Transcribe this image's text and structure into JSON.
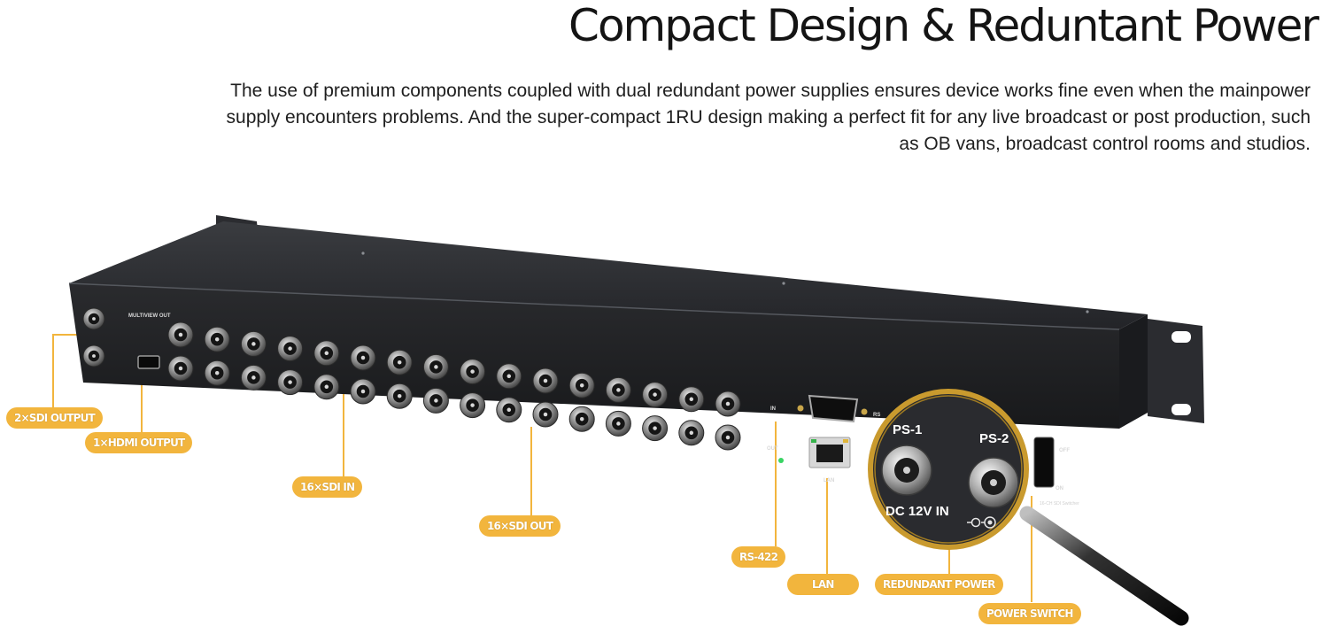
{
  "heading": "Compact Design & Reduntant Power",
  "description": "The use of premium components coupled with dual redundant power supplies ensures device works fine even when the mainpower supply encounters problems. And the super-compact 1RU design making a perfect fit for any live broadcast or post production, such as OB vans, broadcast control rooms and studios.",
  "accent_color": "#f2b53d",
  "device": {
    "multiview_label": "MULTIVIEW OUT",
    "sdi_in_label": "IN",
    "sdi_out_label": "OUT",
    "lan_port_label": "LAN",
    "rs_label": "RS",
    "switch_off": "OFF",
    "switch_on": "ON",
    "model_plate": "16-CH SDI Switcher"
  },
  "zoom": {
    "ps1": "PS-1",
    "ps2": "PS-2",
    "dc_label": "DC 12V IN"
  },
  "callouts": {
    "sdi_output": "2×SDI OUTPUT",
    "hdmi_output": "1×HDMI OUTPUT",
    "sdi_in": "16×SDI IN",
    "sdi_out": "16×SDI OUT",
    "rs422": "RS-422",
    "lan": "LAN",
    "redundant_power": "REDUNDANT POWER",
    "power_switch": "POWER SWITCH"
  }
}
